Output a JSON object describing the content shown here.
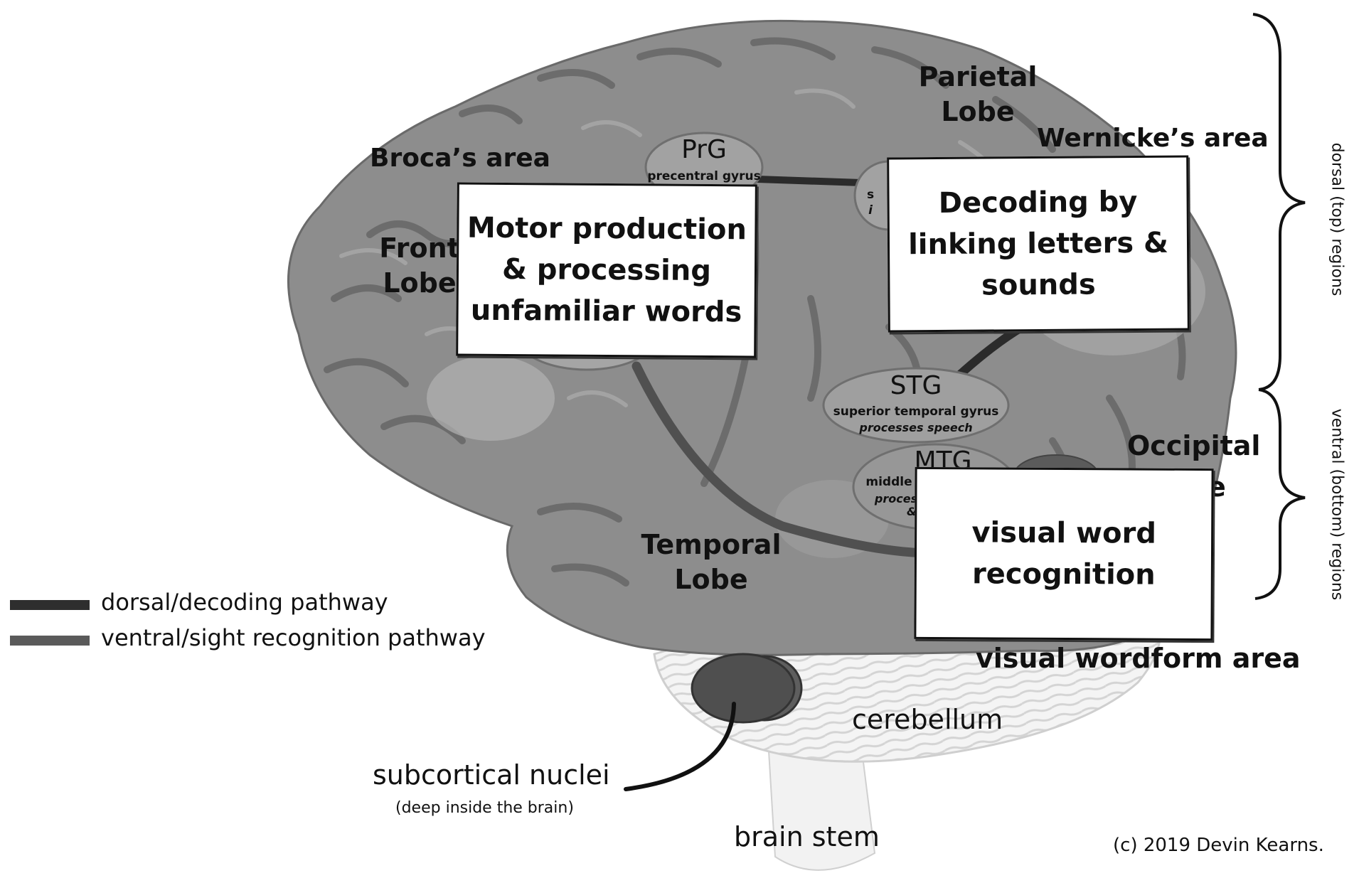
{
  "regions": {
    "parietal_lobe": "Parietal\nLobe",
    "frontal_lobe": "Front\nLobe",
    "temporal_lobe": "Temporal\nLobe",
    "occipital_lobe": "Occipital",
    "occipital_lobe_fragment": "e"
  },
  "areas": {
    "broca": "Broca’s area",
    "wernicke": "Wernicke’s area",
    "visual_wordform": "visual wordform area"
  },
  "gyri": {
    "prg": {
      "abbr": "PrG",
      "name": "precentral gyrus"
    },
    "stg": {
      "abbr": "STG",
      "name": "superior temporal gyrus",
      "function": "processes speech"
    },
    "mtg": {
      "abbr": "MTG",
      "name_fragment": "middle",
      "function_fragment": "proces",
      "fragment2": "&"
    },
    "sfragment": {
      "line1": "s",
      "line2": "i"
    }
  },
  "boxes": {
    "motor": "Motor production\n& processing\nunfamiliar words",
    "decoding": "Decoding by\nlinking letters &\nsounds",
    "visual": "visual word\nrecognition"
  },
  "legend": {
    "dorsal": "dorsal/decoding pathway",
    "ventral": "ventral/sight recognition pathway",
    "dorsal_color": "#2e2e2e",
    "ventral_color": "#5a5a5a"
  },
  "structures": {
    "cerebellum": "cerebellum",
    "brain_stem": "brain stem",
    "subcortical": "subcortical nuclei",
    "subcortical_note": "(deep inside the brain)"
  },
  "brackets": {
    "dorsal": "dorsal (top) regions",
    "ventral": "ventral (bottom) regions"
  },
  "copyright": "(c) 2019 Devin Kearns."
}
